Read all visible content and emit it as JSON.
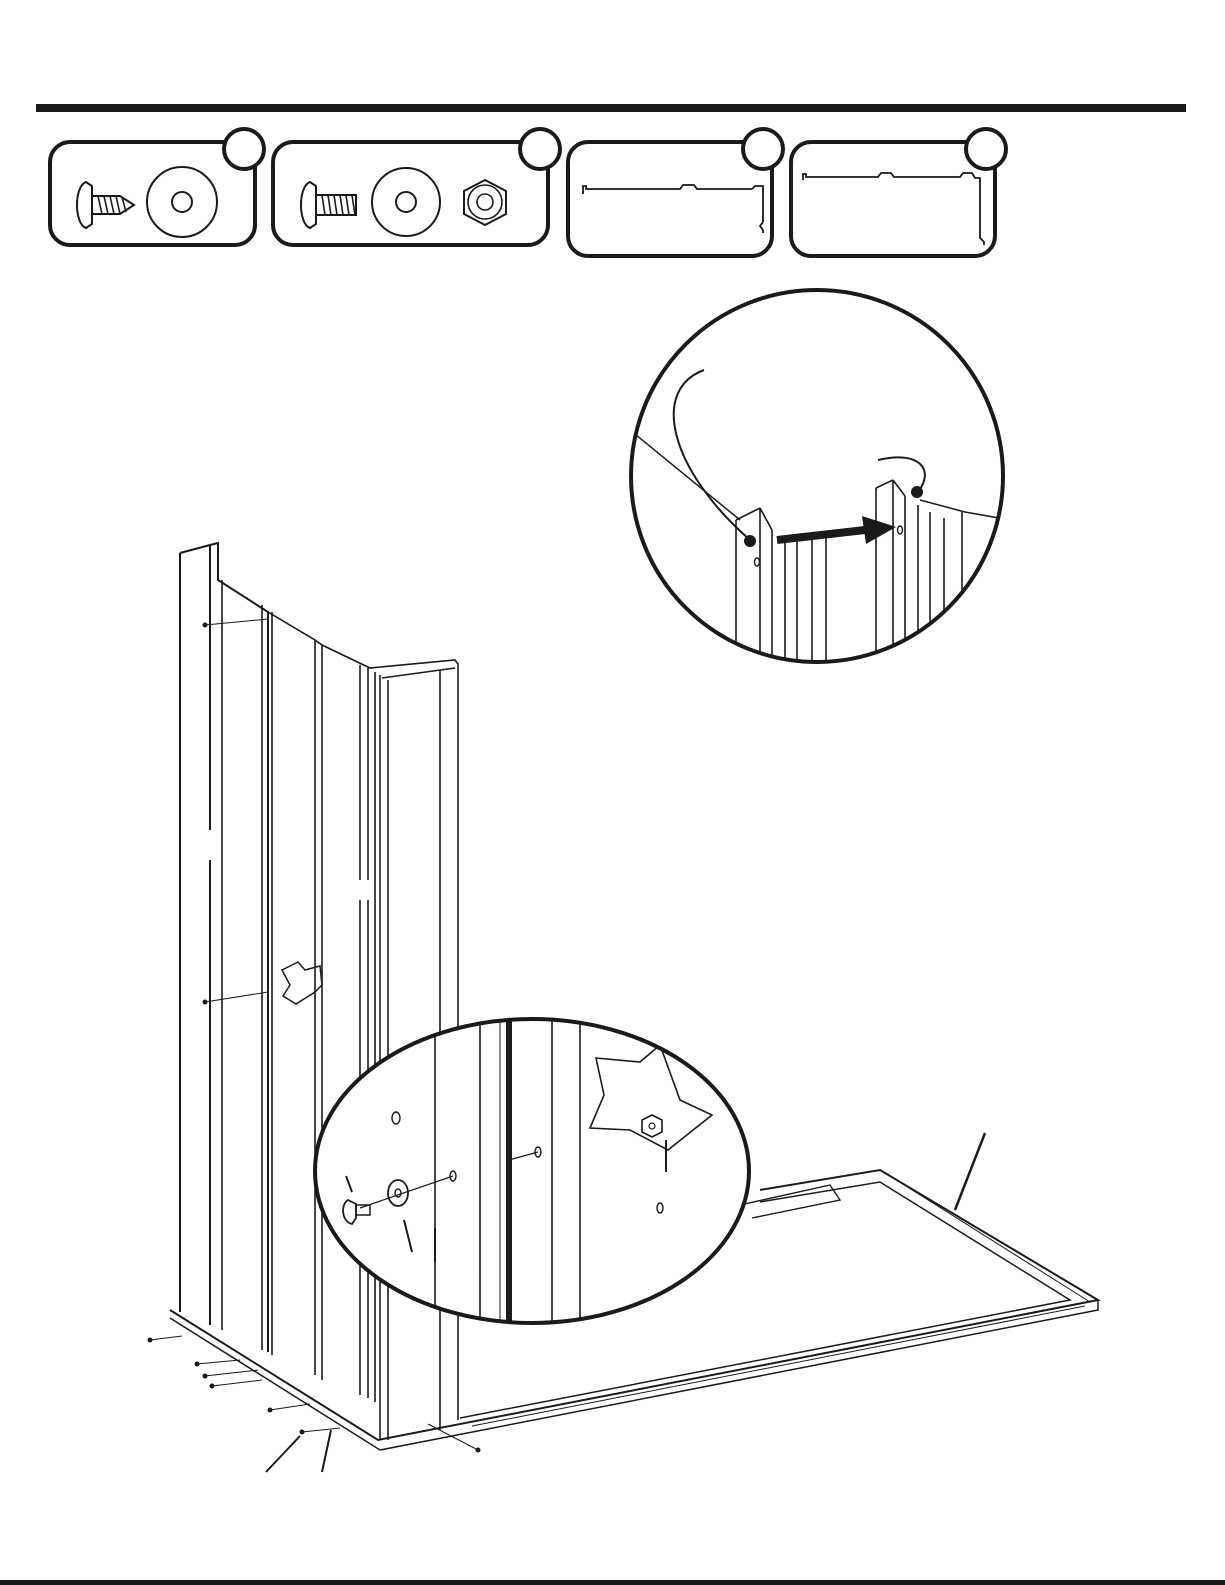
{
  "page": {
    "kind": "assembly-instruction-step",
    "printed_text": []
  },
  "parts_boxes": [
    {
      "id": "screw-washer-part",
      "contents": [
        "tapping-screw",
        "washer"
      ]
    },
    {
      "id": "bolt-washer-nut-part",
      "contents": [
        "machine-bolt",
        "washer",
        "hex-nut"
      ]
    },
    {
      "id": "wall-panel-part-a",
      "contents": [
        "panel-profile"
      ]
    },
    {
      "id": "wall-panel-part-b",
      "contents": [
        "panel-profile"
      ]
    }
  ],
  "callouts": {
    "detail_top": {
      "contents": [
        "panel-edge",
        "panel-edge",
        "slide-arrow"
      ]
    },
    "detail_bottom": {
      "contents": [
        "bolt",
        "washer",
        "nut"
      ]
    }
  },
  "colors": {
    "ink": "#1a1a1a",
    "paper": "#ffffff"
  }
}
